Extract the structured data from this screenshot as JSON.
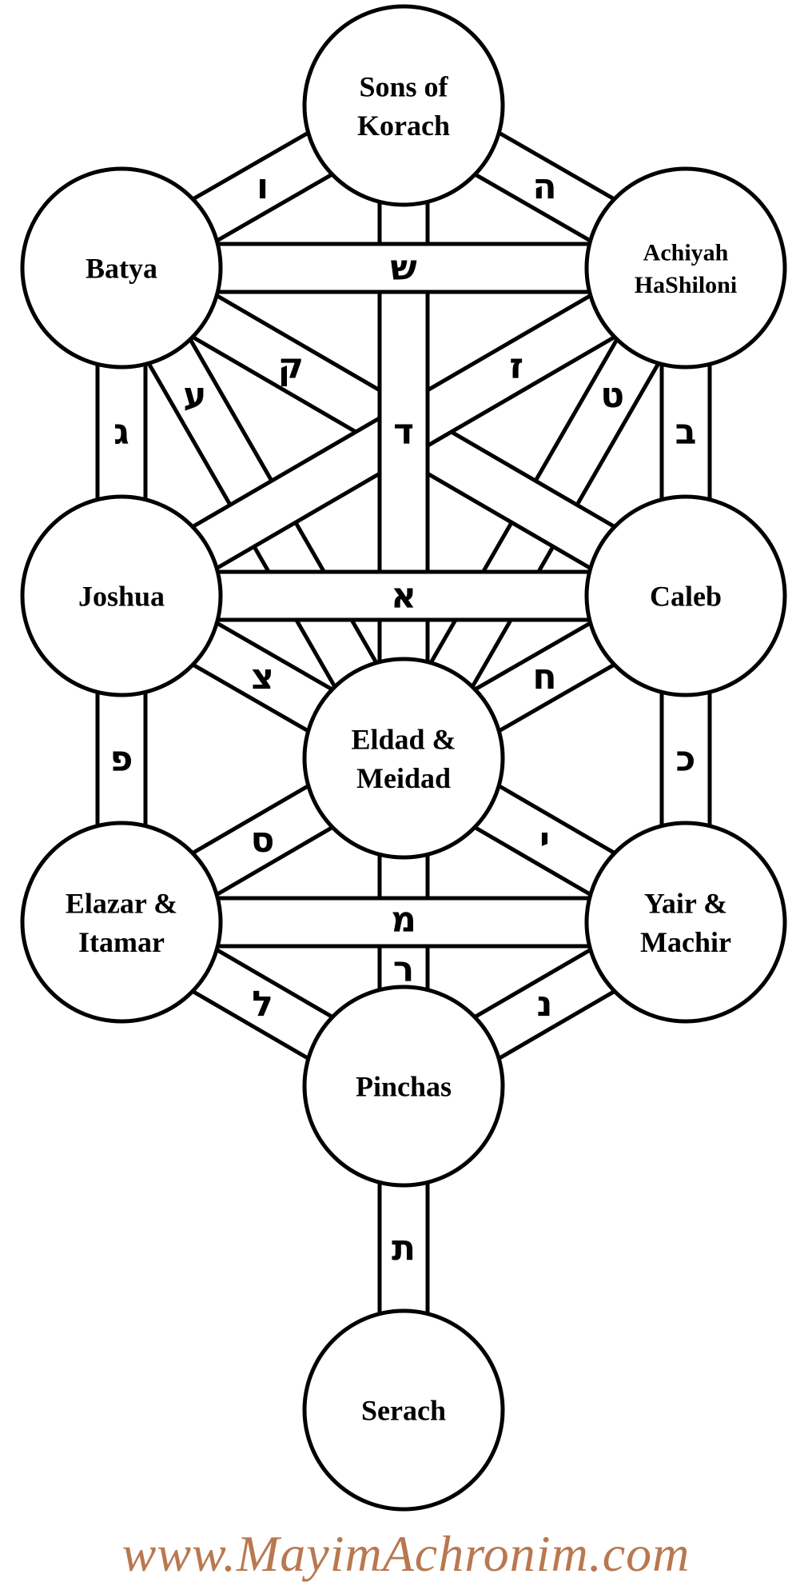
{
  "title": "Tree of Life with Biblical figures and Hebrew letter paths",
  "nodes": [
    {
      "id": "korach",
      "lines": [
        "Sons of",
        "Korach"
      ]
    },
    {
      "id": "batya",
      "lines": [
        "Batya"
      ]
    },
    {
      "id": "achiyah",
      "lines": [
        "Achiyah",
        "HaShiloni"
      ]
    },
    {
      "id": "joshua",
      "lines": [
        "Joshua"
      ]
    },
    {
      "id": "caleb",
      "lines": [
        "Caleb"
      ]
    },
    {
      "id": "eldad",
      "lines": [
        "Eldad &",
        "Meidad"
      ]
    },
    {
      "id": "elazar",
      "lines": [
        "Elazar &",
        "Itamar"
      ]
    },
    {
      "id": "yair",
      "lines": [
        "Yair &",
        "Machir"
      ]
    },
    {
      "id": "pinchas",
      "lines": [
        "Pinchas"
      ]
    },
    {
      "id": "serach",
      "lines": [
        "Serach"
      ]
    }
  ],
  "paths": [
    {
      "from": "batya",
      "to": "eldad",
      "letter": "ע"
    },
    {
      "from": "achiyah",
      "to": "eldad",
      "letter": "ט"
    },
    {
      "from": "batya",
      "to": "caleb",
      "letter": "ק"
    },
    {
      "from": "achiyah",
      "to": "joshua",
      "letter": "ז"
    },
    {
      "from": "korach",
      "to": "batya",
      "letter": "ו"
    },
    {
      "from": "korach",
      "to": "achiyah",
      "letter": "ה"
    },
    {
      "from": "batya",
      "to": "joshua",
      "letter": "ג"
    },
    {
      "from": "achiyah",
      "to": "caleb",
      "letter": "ב"
    },
    {
      "from": "joshua",
      "to": "eldad",
      "letter": "צ"
    },
    {
      "from": "caleb",
      "to": "eldad",
      "letter": "ח"
    },
    {
      "from": "joshua",
      "to": "elazar",
      "letter": "פ"
    },
    {
      "from": "caleb",
      "to": "yair",
      "letter": "כ"
    },
    {
      "from": "eldad",
      "to": "elazar",
      "letter": "ס"
    },
    {
      "from": "eldad",
      "to": "yair",
      "letter": "י"
    },
    {
      "from": "elazar",
      "to": "pinchas",
      "letter": "ל"
    },
    {
      "from": "yair",
      "to": "pinchas",
      "letter": "נ"
    },
    {
      "from": "korach",
      "to": "eldad",
      "letter": "ד"
    },
    {
      "from": "eldad",
      "to": "pinchas",
      "letter": "ר"
    },
    {
      "from": "pinchas",
      "to": "serach",
      "letter": "ת"
    },
    {
      "from": "batya",
      "to": "achiyah",
      "letter": "ש"
    },
    {
      "from": "joshua",
      "to": "caleb",
      "letter": "א"
    },
    {
      "from": "elazar",
      "to": "yair",
      "letter": "מ"
    }
  ],
  "watermark": {
    "text": "www.MayimAchronim.com",
    "color": "#b9784f"
  },
  "colors": {
    "line": "#000000",
    "fill": "#ffffff"
  }
}
